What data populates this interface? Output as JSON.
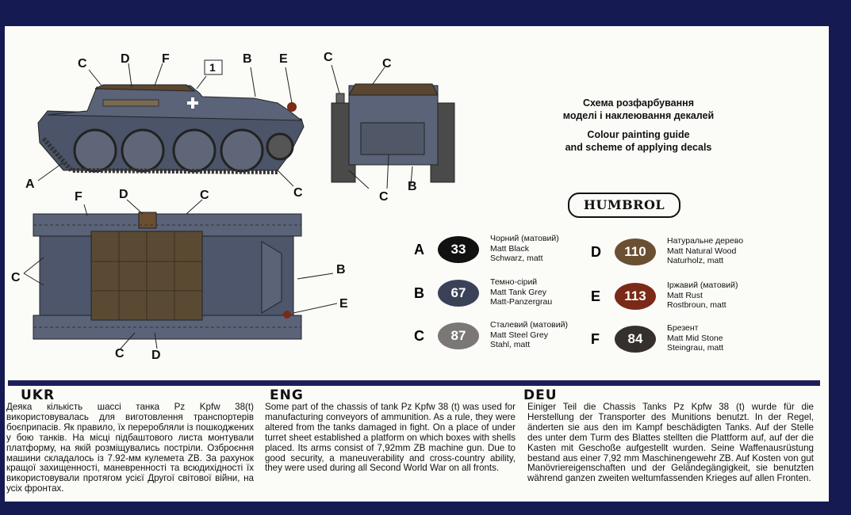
{
  "header": {
    "title_ukr": [
      "Схема розфарбування",
      "моделі і наклеювання декалей"
    ],
    "title_eng": [
      "Colour painting guide",
      "and scheme of applying decals"
    ],
    "brand": "HUMBROL"
  },
  "diagram": {
    "side_labels": [
      "C",
      "D",
      "F",
      "B",
      "E",
      "A",
      "C"
    ],
    "decal_number": "1",
    "rear_labels": [
      "C",
      "C",
      "C",
      "B"
    ],
    "top_labels": [
      "F",
      "D",
      "C",
      "C",
      "B",
      "E",
      "C",
      "D"
    ]
  },
  "paints": [
    {
      "letter": "A",
      "code": "33",
      "color": "#111111",
      "ukr": "Чорний (матовий)",
      "eng": "Matt Black",
      "deu": "Schwarz, matt"
    },
    {
      "letter": "B",
      "code": "67",
      "color": "#3b4258",
      "ukr": "Темно-сірий",
      "eng": "Matt Tank Grey",
      "deu": "Matt-Panzergrau"
    },
    {
      "letter": "C",
      "code": "87",
      "color": "#7c7777",
      "ukr": "Сталевий (матовий)",
      "eng": "Matt Steel Grey",
      "deu": "Stahl, matt"
    },
    {
      "letter": "D",
      "code": "110",
      "color": "#6b4f32",
      "ukr": "Натуральне дерево",
      "eng": "Matt Natural Wood",
      "deu": "Naturholz, matt"
    },
    {
      "letter": "E",
      "code": "113",
      "color": "#7a2a17",
      "ukr": "Іржавий (матовий)",
      "eng": "Matt Rust",
      "deu": "Rostbroun, matt"
    },
    {
      "letter": "F",
      "code": "84",
      "color": "#35302b",
      "ukr": "Брезент",
      "eng": "Matt Mid Stone",
      "deu": "Steingrau, matt"
    }
  ],
  "texts": {
    "ukr": {
      "heading": "UKR",
      "body": "Деяка кількість шассі танка Pz Kpfw 38(t) використовувалась для виготовлення транспортерів боєприпасів. Як правило, їх переробляли із пошкоджених у бою танків. На місці підбаштового листа монтували платформу, на якій розміщувались постріли. Озброєння машини складалось із 7.92-мм кулемета ZB. За рахунок кращої захищенності, маневренності та всюдихідності їх використовували протягом усієї Другої світової війни, на усіх фронтах."
    },
    "eng": {
      "heading": "ENG",
      "body": "Some part of the chassis of tank Pz Kpfw 38 (t) was used for manufacturing conveyors of ammunition. As a rule, they were altered from the tanks damaged in fight. On a place of under turret sheet established a platform on which boxes with shells placed.  Its arms consist of 7,92mm ZB machine gun. Due to good security, a maneuverability and cross-country ability, they were used during all Second World War on all fronts."
    },
    "deu": {
      "heading": "DEU",
      "body": "Einiger Teil die Chassis Tanks Pz Kpfw 38 (t) wurde für die Herstellung der Transporter des Munitions benutzt. In der Regel, änderten sie aus den im Kampf beschädigten Tanks. Auf der Stelle des unter dem Turm des Blattes stellten die Plattform auf, auf der die Kasten mit Geschoße aufgestellt wurden. Seine Waffenausrüstung bestand aus einer  7,92 mm Maschinengewehr ZB.  Auf Kosten von gut Manövriereigenschaften und der Geländegängigkeit, sie benutzten während ganzen zweiten weltumfassenden Krieges auf allen Fronten."
    }
  }
}
